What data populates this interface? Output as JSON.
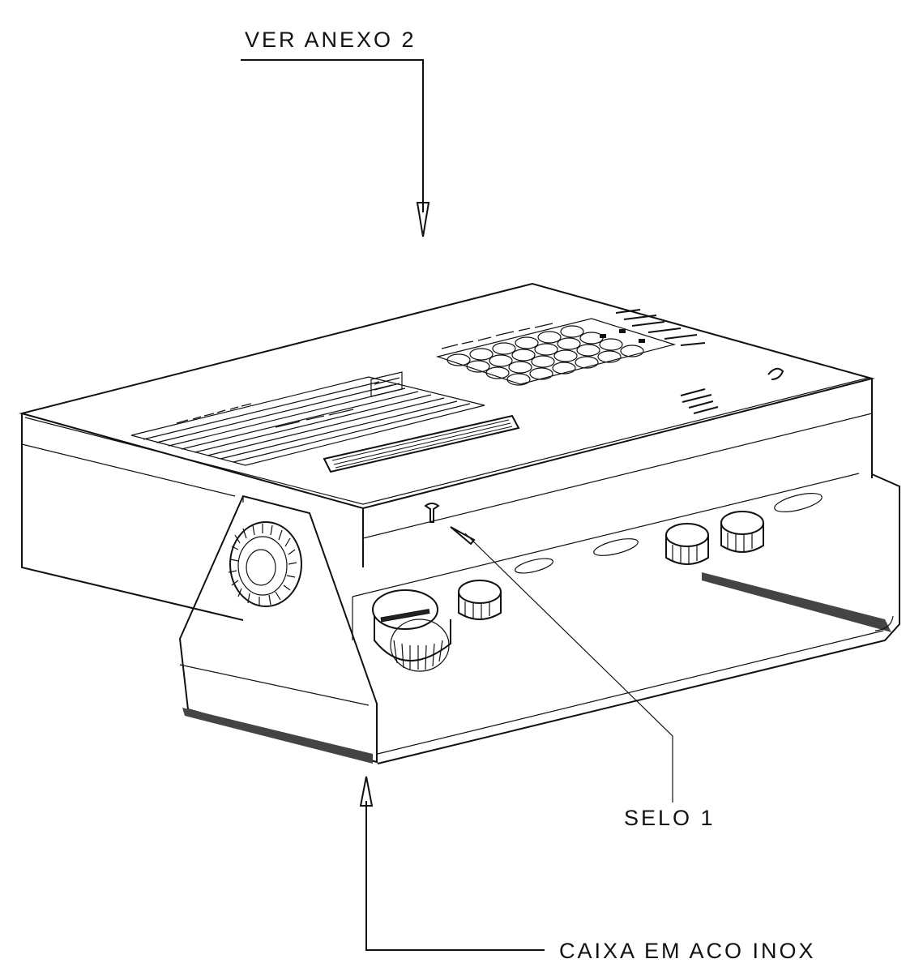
{
  "labels": {
    "top_callout": "VER ANEXO 2",
    "seal_callout": "SELO 1",
    "box_callout": "CAIXA EM ACO INOX"
  }
}
